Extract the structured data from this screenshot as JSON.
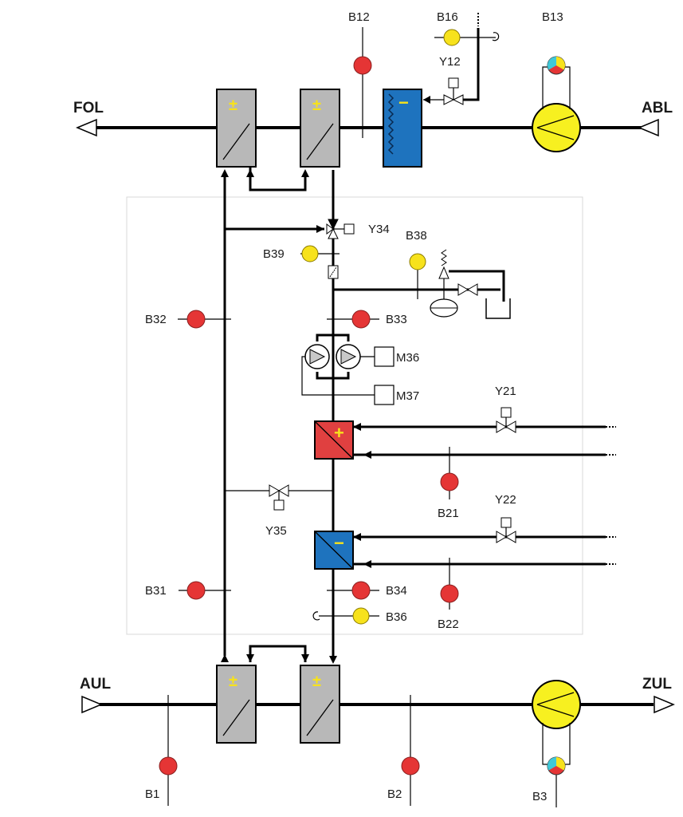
{
  "colors": {
    "sensor_temp": "#e53535",
    "sensor_other": "#f7e21c",
    "heater": "#e04040",
    "cooler": "#1e73be",
    "recovery": "#b8b8b8",
    "fan": "#f7f020"
  },
  "ducts": {
    "exhaust_out": "FOL",
    "exhaust_in": "ABL",
    "outdoor_in": "AUL",
    "supply_out": "ZUL"
  },
  "sensors": {
    "b12": "B12",
    "b16": "B16",
    "b13": "B13",
    "b38": "B38",
    "b39": "B39",
    "b32": "B32",
    "b33": "B33",
    "b21": "B21",
    "b22": "B22",
    "b31": "B31",
    "b34": "B34",
    "b36": "B36",
    "b1": "B1",
    "b2": "B2",
    "b3": "B3"
  },
  "actuators": {
    "y12": "Y12",
    "y34": "Y34",
    "y21": "Y21",
    "y22": "Y22",
    "y35": "Y35",
    "m36": "M36",
    "m37": "M37"
  },
  "symbols": {
    "plus_minus": "±",
    "plus": "+",
    "minus": "−"
  }
}
